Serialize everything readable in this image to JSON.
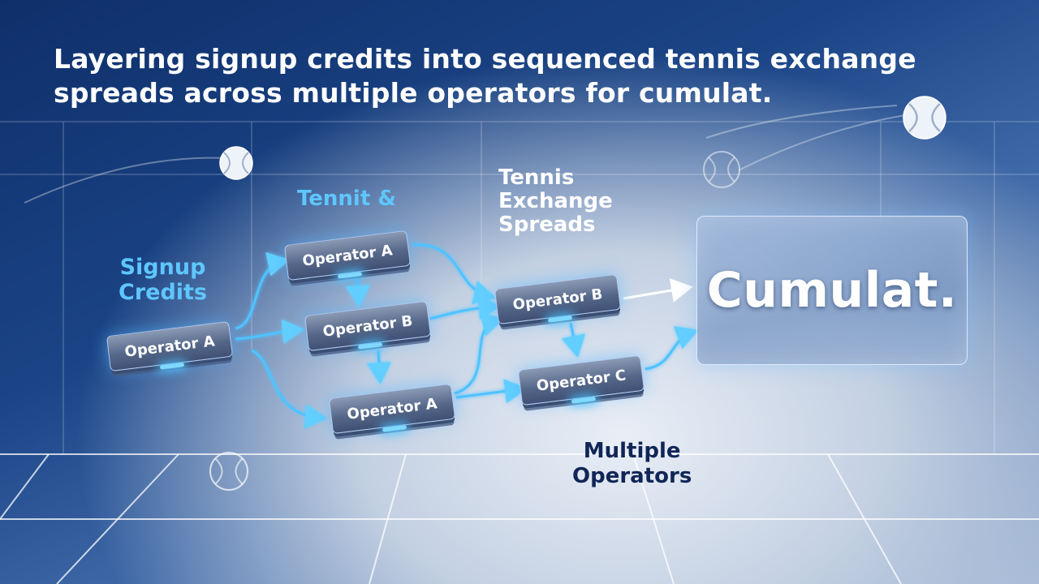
{
  "title": "Layering signup credits into sequenced tennis exchange spreads across multiple operators for cumulat.",
  "labels": {
    "signup_line1": "Signup",
    "signup_line2": "Credits",
    "tennit": "Tennit &",
    "tennis_line1": "Tennis",
    "tennis_line2": "Exchange",
    "tennis_line3": "Spreads",
    "multiple_line1": "Multiple",
    "multiple_line2": "Operators"
  },
  "nodes": {
    "start": "Operator A",
    "top": "Operator A",
    "middle": "Operator B",
    "bottom": "Operator A",
    "right_upper": "Operator B",
    "right_lower": "Operator C"
  },
  "result": "Cumulat.",
  "colors": {
    "accent": "#5fc6ff",
    "arrow": "#4fc3ff",
    "navy_text": "#102656"
  },
  "icons": [
    "tennis-ball-icon"
  ]
}
